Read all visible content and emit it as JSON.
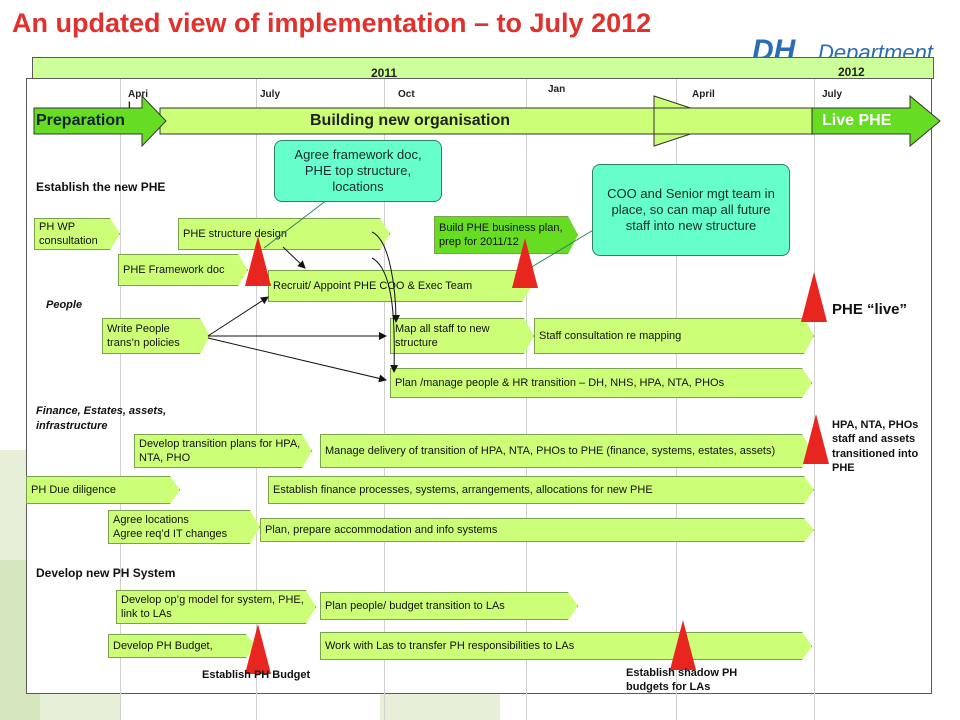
{
  "title": "An updated view of implementation – to July 2012",
  "logo": {
    "dh": "DH",
    "dept": "Department"
  },
  "timeline": {
    "years": [
      "2011",
      "2012"
    ],
    "months": [
      "Apri l",
      "July",
      "Oct",
      "Jan",
      "April",
      "July"
    ]
  },
  "phases": {
    "preparation": "Preparation",
    "building": "Building new organisation",
    "live": "Live PHE"
  },
  "sections": {
    "establish": "Establish the new PHE",
    "people": "People",
    "finance": "Finance, Estates, assets, infrastructure",
    "develop": "Develop new  PH System"
  },
  "tasks": {
    "ph_wp": "PH WP consultation",
    "phe_structure": "PHE structure design",
    "build_business": "Build PHE business plan, prep for 2011/12",
    "phe_framework": "PHE Framework doc",
    "recruit": "Recruit/ Appoint PHE COO & Exec Team",
    "write_people": "Write People trans’n policies",
    "map_staff": "Map all staff  to new structure",
    "staff_consult": "Staff consultation re mapping",
    "plan_manage": "Plan /manage people & HR transition – DH, NHS, HPA, NTA, PHOs",
    "develop_transition": "Develop transition plans for HPA, NTA, PHO",
    "manage_delivery": "Manage delivery of  transition of HPA, NTA, PHOs to PHE (finance, systems, estates, assets)",
    "due_diligence": "PH Due diligence",
    "establish_finance": "Establish finance processes, systems, arrangements, allocations for new PHE",
    "agree_locations_1": "Agree locations",
    "agree_locations_2": "Agree req’d IT  changes",
    "plan_accommodation": "Plan, prepare accommodation and info systems",
    "develop_model": "Develop op’g model for system, PHE, link to LAs",
    "plan_budget": "Plan people/ budget transition to LAs",
    "develop_budget": "Develop PH Budget,",
    "work_las": "Work with Las to transfer PH responsibilities to LAs"
  },
  "callouts": {
    "framework": "Agree framework doc, PHE top structure, locations",
    "coo": "COO and Senior mgt team in place, so can map all future staff into new structure"
  },
  "milestones": {
    "phe_live": "PHE “live”",
    "transitioned": "HPA, NTA, PHOs staff and assets transitioned into PHE",
    "ph_budget": "Establish PH Budget",
    "shadow": "Establish shadow PH budgets for LAs"
  },
  "colors": {
    "title": "#e0312d",
    "task_fill": "#ccff77",
    "task_dark": "#66dd22",
    "callout": "#66ffcc",
    "milestone": "#e8251e",
    "year_bar": "#ccff99",
    "phase_arrow": "#ccff77",
    "logo": "#2b6cb4"
  }
}
